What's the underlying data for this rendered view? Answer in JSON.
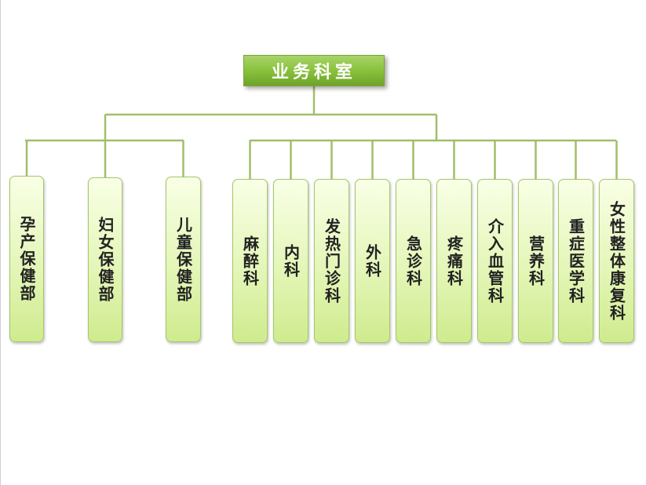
{
  "root": {
    "label": "业务科室"
  },
  "left_group": [
    {
      "label": "孕产保健部"
    },
    {
      "label": "妇女保健部"
    },
    {
      "label": "儿童保健部"
    }
  ],
  "right_group": [
    {
      "label": "麻醉科"
    },
    {
      "label": "内科"
    },
    {
      "label": "发热门诊科"
    },
    {
      "label": "外科"
    },
    {
      "label": "急诊科"
    },
    {
      "label": "疼痛科"
    },
    {
      "label": "介入血管科"
    },
    {
      "label": "营养科"
    },
    {
      "label": "重症医学科"
    },
    {
      "label": "女性整体康复科"
    }
  ],
  "colors": {
    "connector": "#a2be6a",
    "root_fill": "#8cc43f",
    "node_fill": "#e4f6b8",
    "node_border": "#a2c869"
  }
}
